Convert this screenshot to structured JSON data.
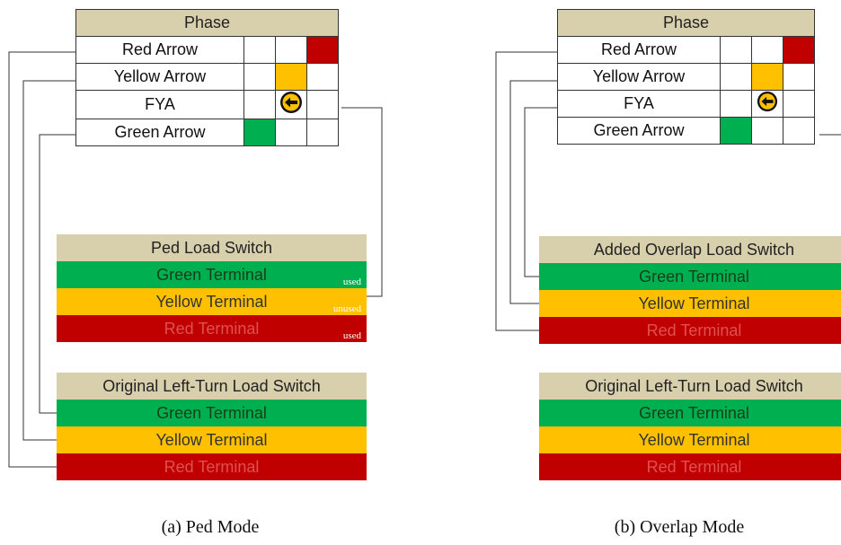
{
  "panel_a": {
    "phase": {
      "header": "Phase",
      "rows": [
        {
          "label": "Red Arrow",
          "cells": [
            "",
            "",
            "red"
          ]
        },
        {
          "label": "Yellow Arrow",
          "cells": [
            "",
            "yellow",
            ""
          ]
        },
        {
          "label": "FYA",
          "cells": [
            "",
            "fya",
            ""
          ]
        },
        {
          "label": "Green Arrow",
          "cells": [
            "green",
            "",
            ""
          ]
        }
      ]
    },
    "ped_switch": {
      "title": "Ped Load Switch",
      "green": "Green Terminal",
      "yellow": "Yellow Terminal",
      "red": "Red Terminal",
      "green_note": "used",
      "yellow_note": "unused",
      "red_note": "used"
    },
    "left_turn_switch": {
      "title": "Original Left-Turn Load Switch",
      "green": "Green Terminal",
      "yellow": "Yellow Terminal",
      "red": "Red Terminal"
    },
    "caption": "(a) Ped Mode"
  },
  "panel_b": {
    "phase": {
      "header": "Phase",
      "rows": [
        {
          "label": "Red Arrow",
          "cells": [
            "",
            "",
            "red"
          ]
        },
        {
          "label": "Yellow Arrow",
          "cells": [
            "",
            "yellow",
            ""
          ]
        },
        {
          "label": "FYA",
          "cells": [
            "",
            "fya",
            ""
          ]
        },
        {
          "label": "Green Arrow",
          "cells": [
            "green",
            "",
            ""
          ]
        }
      ]
    },
    "overlap_switch": {
      "title": "Added Overlap Load Switch",
      "green": "Green Terminal",
      "yellow": "Yellow Terminal",
      "red": "Red Terminal"
    },
    "left_turn_switch": {
      "title": "Original Left-Turn Load Switch",
      "green": "Green Terminal",
      "yellow": "Yellow Terminal",
      "red": "Red Terminal"
    },
    "caption": "(b) Overlap Mode"
  },
  "colors": {
    "red": "#c00000",
    "yellow": "#ffc000",
    "green": "#00b050",
    "header": "#d8cfad",
    "wire": "#333333"
  }
}
